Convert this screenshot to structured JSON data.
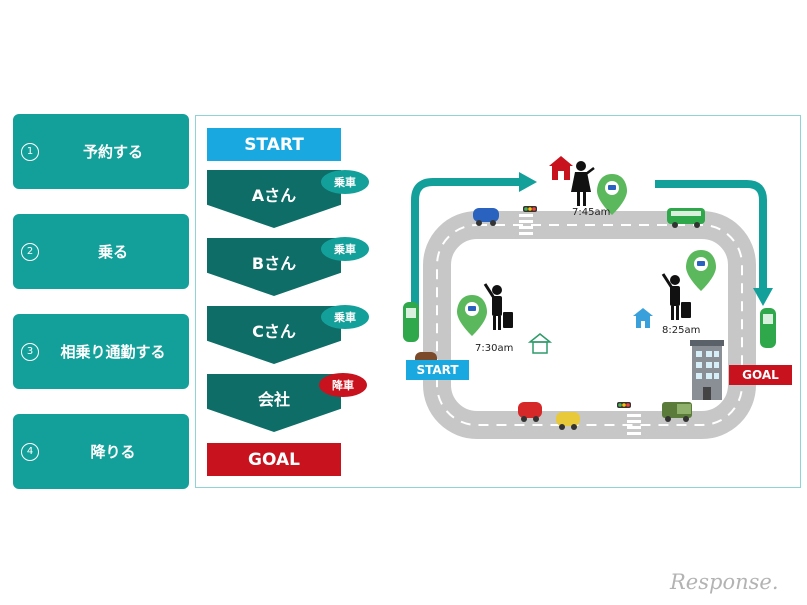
{
  "steps": [
    {
      "num": "1",
      "label": "予約する"
    },
    {
      "num": "2",
      "label": "乗る"
    },
    {
      "num": "3",
      "label": "相乗り通勤する"
    },
    {
      "num": "4",
      "label": "降りる"
    }
  ],
  "flow": {
    "start_label": "START",
    "goal_label": "GOAL",
    "stops": [
      {
        "label": "Aさん",
        "badge": "乗車"
      },
      {
        "label": "Bさん",
        "badge": "乗車"
      },
      {
        "label": "Cさん",
        "badge": "乗車"
      },
      {
        "label": "会社",
        "badge": "降車"
      }
    ]
  },
  "map": {
    "start_label": "START",
    "goal_label": "GOAL",
    "times": [
      "7:30am",
      "7:45am",
      "8:25am"
    ]
  },
  "watermark": "Response.",
  "colors": {
    "teal": "#14a09a",
    "dark_teal": "#0e6d67",
    "start_blue": "#1aa8e0",
    "goal_red": "#c8121e",
    "road_gray": "#c7c7c7",
    "pin_green": "#5cb85c"
  },
  "icons": [
    "person-waving-icon",
    "person-with-luggage-icon",
    "map-pin-icon",
    "house-icon",
    "office-building-icon",
    "car-icon",
    "bus-icon",
    "truck-icon",
    "traffic-light-icon",
    "crosswalk-icon",
    "arrow-icon"
  ]
}
